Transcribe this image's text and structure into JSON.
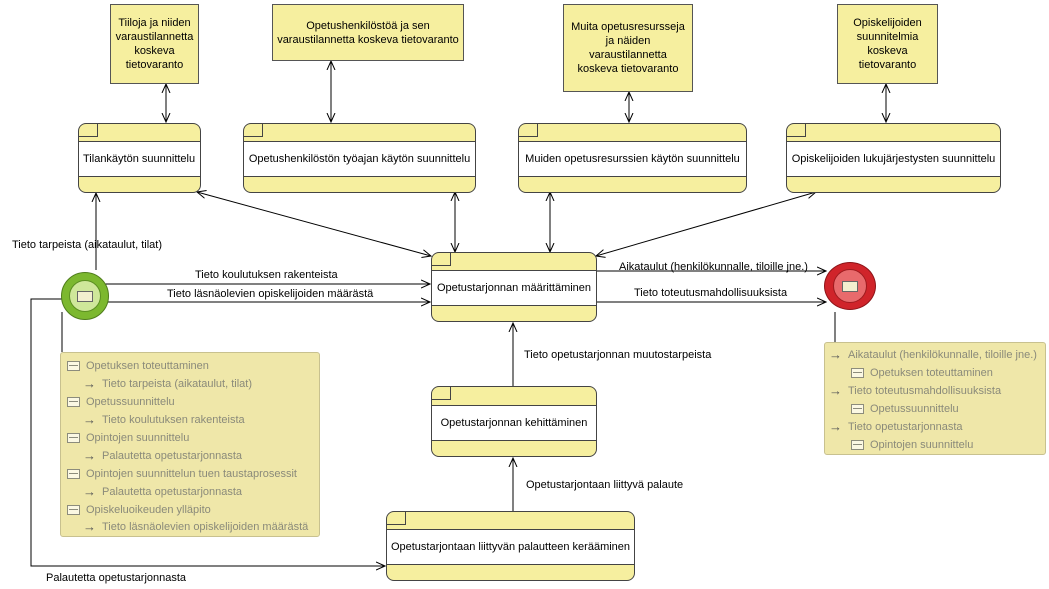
{
  "stores": {
    "tilat": "Tiiloja ja niiden varaustilannetta koskeva tietovaranto",
    "henkilosto": "Opetushenkilöstöä ja sen varaustilannetta koskeva tietovaranto",
    "muut": "Muita opetusresursseja ja näiden varaustilannetta koskeva tietovaranto",
    "opiskelijat": "Opiskelijoiden suunnitelmia koskeva tietovaranto"
  },
  "processes": {
    "tilankaytto": "Tilankäytön suunnittelu",
    "tyoaika": "Opetushenkilöstön työajan käytön suunnittelu",
    "muut_resurssit": "Muiden opetusresurssien käytön suunnittelu",
    "lukujarjestys": "Opiskelijoiden lukujärjestysten suunnittelu",
    "maarittaminen": "Opetustarjonnan määrittäminen",
    "kehittaminen": "Opetustarjonnan kehittäminen",
    "palaute": "Opetustarjontaan liittyvän palautteen kerääminen"
  },
  "flows": {
    "tarpeista": "Tieto tarpeista (aikataulut, tilat)",
    "rakenteista": "Tieto koulutuksen rakenteista",
    "lasnaolevien": "Tieto läsnäolevien opiskelijoiden määrästä",
    "aikataulut": "Aikataulut (henkilökunnalle, tiloille jne.)",
    "toteutus": "Tieto toteutusmahdollisuuksista",
    "muutostarpeista": "Tieto opetustarjonnan muutostarpeista",
    "liittyva_palaute": "Opetustarjontaan liittyvä palaute",
    "palautetta": "Palautetta opetustarjonnasta"
  },
  "left_note": [
    {
      "kind": "process",
      "text": "Opetuksen toteuttaminen"
    },
    {
      "kind": "flow",
      "text": "Tieto tarpeista (aikataulut, tilat)"
    },
    {
      "kind": "process",
      "text": "Opetussuunnittelu"
    },
    {
      "kind": "flow",
      "text": "Tieto koulutuksen rakenteista"
    },
    {
      "kind": "process",
      "text": "Opintojen suunnittelu"
    },
    {
      "kind": "flow",
      "text": "Palautetta opetustarjonnasta"
    },
    {
      "kind": "process",
      "text": "Opintojen suunnittelun tuen taustaprosessit"
    },
    {
      "kind": "flow",
      "text": "Palautetta opetustarjonnasta"
    },
    {
      "kind": "process",
      "text": "Opiskeluoikeuden ylläpito"
    },
    {
      "kind": "flow",
      "text": "Tieto läsnäolevien opiskelijoiden määrästä"
    }
  ],
  "right_note": [
    {
      "kind": "flow",
      "text": "Aikataulut (henkilökunnalle, tiloille jne.)"
    },
    {
      "kind": "process",
      "text": "Opetuksen toteuttaminen"
    },
    {
      "kind": "flow",
      "text": "Tieto toteutusmahdollisuuksista"
    },
    {
      "kind": "process",
      "text": "Opetussuunnittelu"
    },
    {
      "kind": "flow",
      "text": "Tieto opetustarjonnasta"
    },
    {
      "kind": "process",
      "text": "Opintojen suunnittelu"
    }
  ],
  "colors": {
    "box_fill": "#f6ef9f",
    "note_fill": "#efe7a9",
    "start_endpoint": "#7cb82f",
    "end_endpoint": "#d0242a"
  }
}
